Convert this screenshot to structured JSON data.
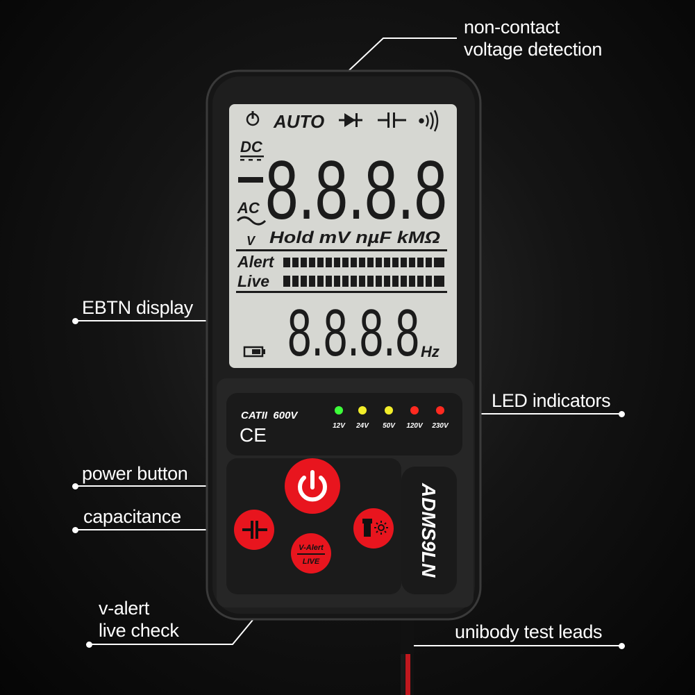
{
  "callouts": {
    "noncontact_line1": "non-contact",
    "noncontact_line2": "voltage detection",
    "display": "EBTN display",
    "led": "LED indicators",
    "power": "power button",
    "capacitance": "capacitance",
    "valert_line1": "v-alert",
    "valert_line2": "live check",
    "leads": "unibody test leads"
  },
  "lcd": {
    "auto": "AUTO",
    "dc": "DC",
    "ac": "AC",
    "main_digits": "8.8.8.8",
    "units_row": "Hold mV nµF kMΩ",
    "v_label": "V",
    "alert": "Alert",
    "live": "Live",
    "sub_digits": "8.8.8.8",
    "hz": "Hz"
  },
  "panel": {
    "cat_rating": "CATII  600V",
    "ce": "CE",
    "model": "ADMS9LN",
    "valert_button_top": "V-Alert",
    "valert_button_bottom": "LIVE"
  },
  "leds": [
    {
      "label": "12V",
      "color": "#3dff3a"
    },
    {
      "label": "24V",
      "color": "#f2ee2a"
    },
    {
      "label": "50V",
      "color": "#f2ee2a"
    },
    {
      "label": "120V",
      "color": "#ff2a20"
    },
    {
      "label": "230V",
      "color": "#ff2a20"
    }
  ],
  "icons": [
    "power-icon",
    "capacitor-icon",
    "flashlight-icon",
    "diode-icon",
    "buzzer-icon",
    "battery-icon"
  ],
  "colors": {
    "button_red": "#e8151e",
    "lcd_bg": "#d6d7d2",
    "lcd_ink": "#1b1b1b",
    "body": "#1c1c1c",
    "panel": "#2a2a2a"
  }
}
